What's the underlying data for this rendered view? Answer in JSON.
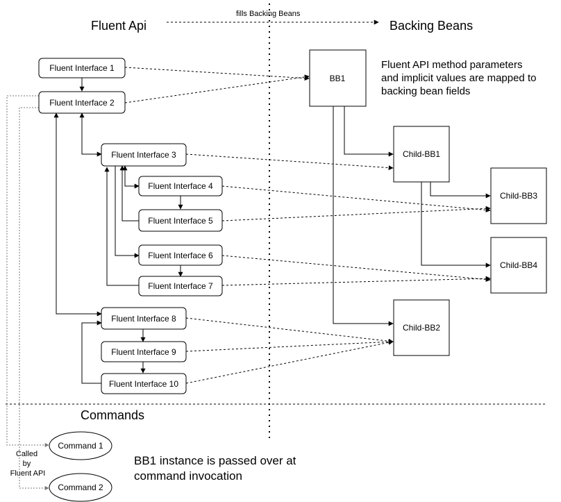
{
  "headings": {
    "fluent_api": "Fluent Api",
    "backing_beans": "Backing Beans",
    "commands": "Commands"
  },
  "labels": {
    "fills": "fills Backing Beans",
    "called_by": [
      "Called",
      "by",
      "Fluent API"
    ]
  },
  "notes": {
    "mapping": [
      "Fluent API method parameters",
      "and implicit values are mapped to",
      "backing bean fields"
    ],
    "bb1_passed": [
      "BB1 instance is passed over at",
      "command invocation"
    ]
  },
  "fluent_interfaces": [
    "Fluent Interface 1",
    "Fluent Interface 2",
    "Fluent Interface 3",
    "Fluent Interface 4",
    "Fluent Interface 5",
    "Fluent Interface 6",
    "Fluent Interface 7",
    "Fluent Interface 8",
    "Fluent Interface 9",
    "Fluent Interface 10"
  ],
  "beans": [
    "BB1",
    "Child-BB1",
    "Child-BB2",
    "Child-BB3",
    "Child-BB4"
  ],
  "commands": [
    "Command 1",
    "Command 2"
  ]
}
